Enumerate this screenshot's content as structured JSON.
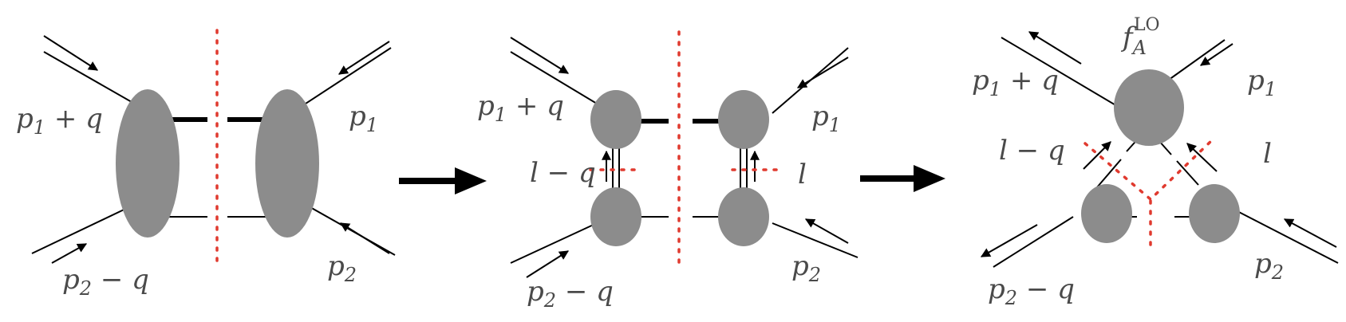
{
  "panels": [
    {
      "labels": {
        "p1_plus_q": {
          "base": "p",
          "sub": "1",
          "rest": " + q"
        },
        "p2_minus_q": {
          "base": "p",
          "sub": "2",
          "rest": " − q"
        },
        "p1": {
          "base": "p",
          "sub": "1"
        },
        "p2": {
          "base": "p",
          "sub": "2"
        }
      }
    },
    {
      "labels": {
        "p1_plus_q": {
          "base": "p",
          "sub": "1",
          "rest": " + q"
        },
        "p2_minus_q": {
          "base": "p",
          "sub": "2",
          "rest": " − q"
        },
        "p1": {
          "base": "p",
          "sub": "1"
        },
        "p2": {
          "base": "p",
          "sub": "2"
        },
        "l_minus_q": "l − q",
        "l": "l"
      }
    },
    {
      "labels": {
        "f": {
          "base": "f",
          "sub": "A",
          "sup": "LO"
        },
        "p1_plus_q": {
          "base": "p",
          "sub": "1",
          "rest": " + q"
        },
        "p2_minus_q": {
          "base": "p",
          "sub": "2",
          "rest": " − q"
        },
        "p1": {
          "base": "p",
          "sub": "1"
        },
        "p2": {
          "base": "p",
          "sub": "2"
        },
        "l_minus_q": "l − q",
        "l": "l"
      }
    }
  ],
  "colors": {
    "blob": "#8c8c8c",
    "cut": "#e03a2f",
    "line": "#000000",
    "label": "#4a4a4a"
  }
}
